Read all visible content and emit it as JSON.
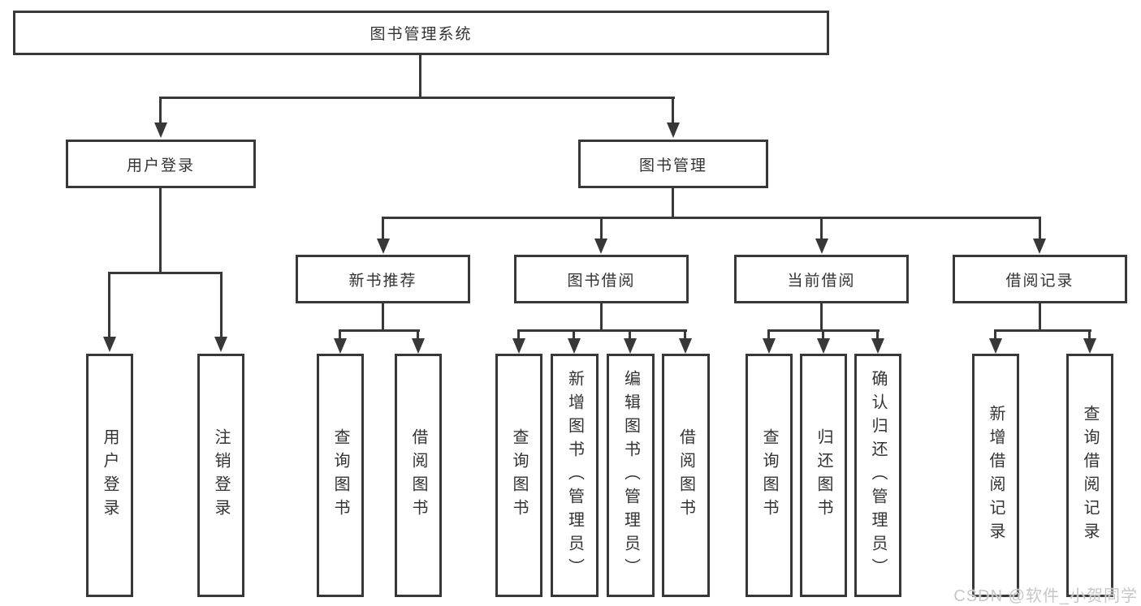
{
  "diagram": {
    "title": "图书管理系统",
    "root": {
      "label": "图书管理系统",
      "children": [
        {
          "label": "用户登录",
          "children": [
            {
              "label": "用户登录"
            },
            {
              "label": "注销登录"
            }
          ]
        },
        {
          "label": "图书管理",
          "children": [
            {
              "label": "新书推荐",
              "children": [
                {
                  "label": "查询图书"
                },
                {
                  "label": "借阅图书"
                }
              ]
            },
            {
              "label": "图书借阅",
              "children": [
                {
                  "label": "查询图书"
                },
                {
                  "label": "新增图书（管理员）"
                },
                {
                  "label": "编辑图书（管理员）"
                },
                {
                  "label": "借阅图书"
                }
              ]
            },
            {
              "label": "当前借阅",
              "children": [
                {
                  "label": "查询图书"
                },
                {
                  "label": "归还图书"
                },
                {
                  "label": "确认归还（管理员）"
                }
              ]
            },
            {
              "label": "借阅记录",
              "children": [
                {
                  "label": "新增借阅记录"
                },
                {
                  "label": "查询借阅记录"
                }
              ]
            }
          ]
        }
      ]
    },
    "colors": {
      "line": "#383838",
      "box_border": "#383838",
      "text": "#333333",
      "background": "#ffffff",
      "watermark": "#c7c7c7"
    }
  },
  "watermark": {
    "text": "CSDN @软件_小贺同学"
  }
}
